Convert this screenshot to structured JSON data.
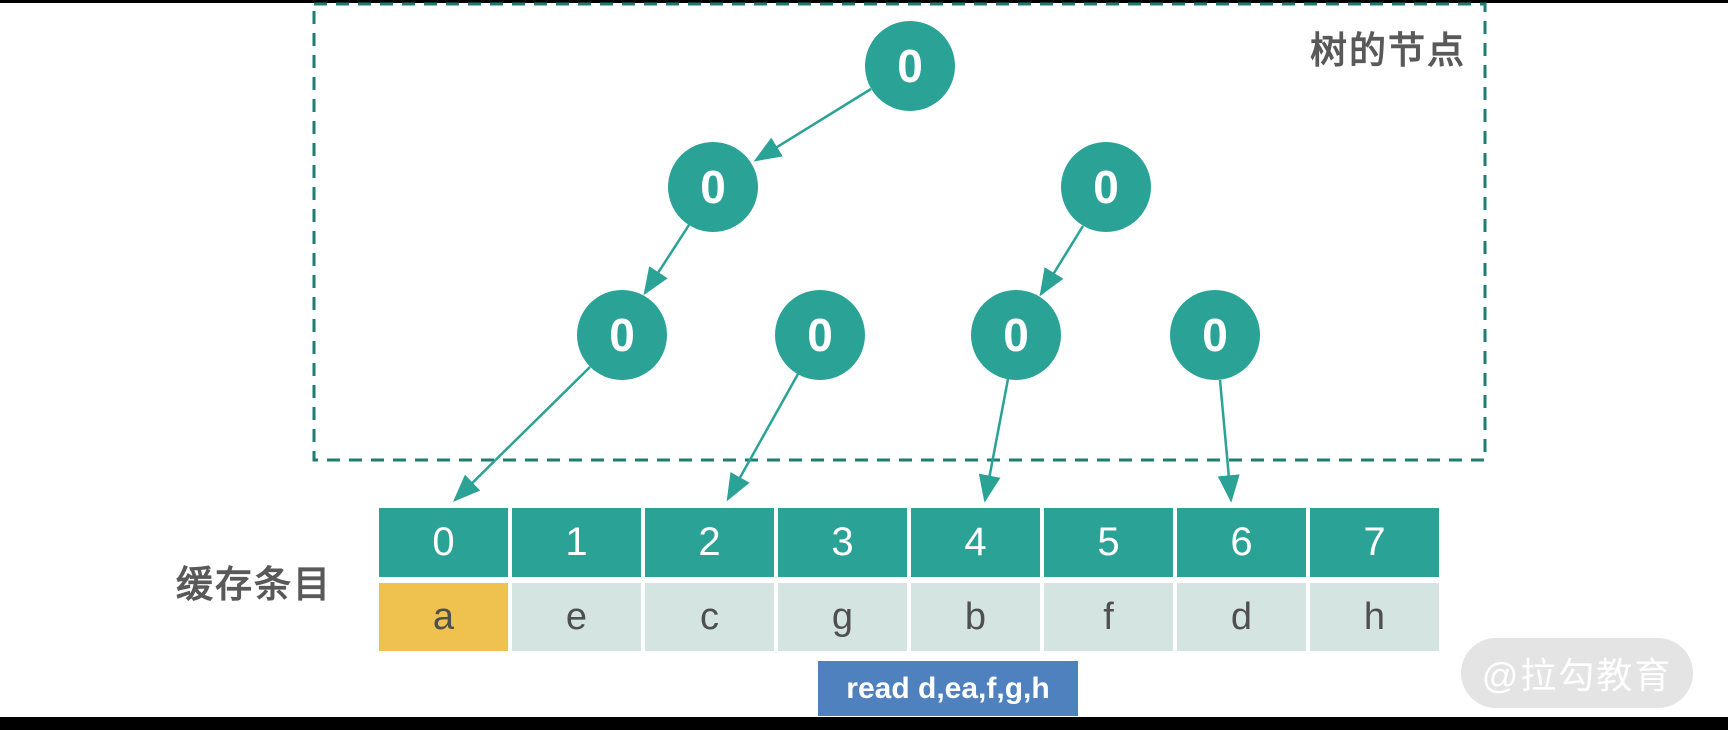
{
  "colors": {
    "teal": "#2aa296",
    "teal_dark_dash": "#1e7c70",
    "highlight_yellow": "#efc24f",
    "cell_bg": "#d4e4e0",
    "read_badge_blue": "#4e81bd",
    "label_gray": "#595959",
    "entry_text_gray": "#4f4f4f",
    "watermark_bg": "#e4e4e4"
  },
  "tree_box": {
    "title": "树的节点"
  },
  "tree": {
    "nodes": [
      {
        "id": "root",
        "label": "0"
      },
      {
        "id": "l1-left",
        "label": "0"
      },
      {
        "id": "l1-right",
        "label": "0"
      },
      {
        "id": "leaf-0",
        "label": "0"
      },
      {
        "id": "leaf-1",
        "label": "0"
      },
      {
        "id": "leaf-2",
        "label": "0"
      },
      {
        "id": "leaf-3",
        "label": "0"
      }
    ]
  },
  "cache": {
    "label": "缓存条目",
    "index_headers": [
      "0",
      "1",
      "2",
      "3",
      "4",
      "5",
      "6",
      "7"
    ],
    "entries": [
      "a",
      "e",
      "c",
      "g",
      "b",
      "f",
      "d",
      "h"
    ],
    "highlighted_index": 0
  },
  "read_box": {
    "text": "read d,ea,f,g,h"
  },
  "watermark": {
    "text": "@拉勾教育"
  }
}
